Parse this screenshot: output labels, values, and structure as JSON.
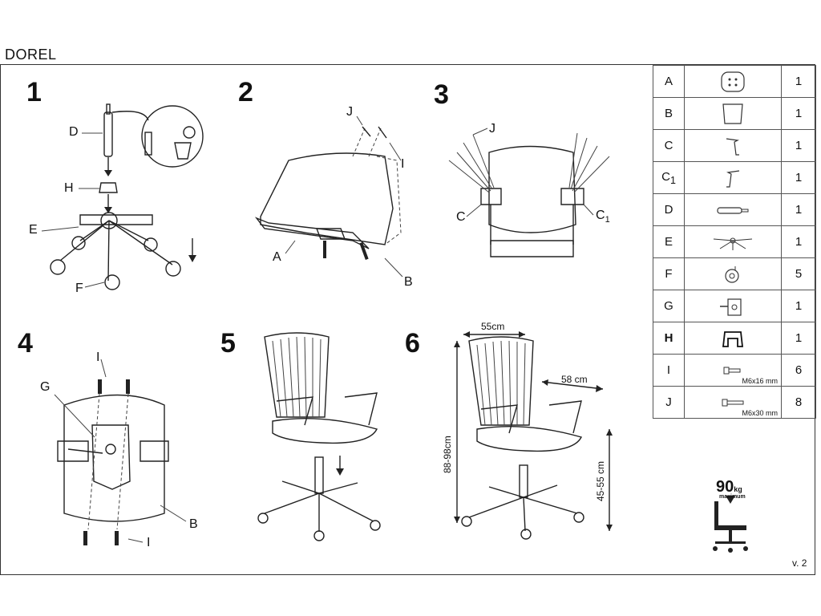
{
  "header": {
    "title": "DOREL"
  },
  "steps": [
    "1",
    "2",
    "3",
    "4",
    "5",
    "6"
  ],
  "parts_table": [
    {
      "letter": "A",
      "sub": "",
      "qty": "1",
      "icon": "seat-icon",
      "spec": ""
    },
    {
      "letter": "B",
      "sub": "",
      "qty": "1",
      "icon": "backrest-icon",
      "spec": ""
    },
    {
      "letter": "C",
      "sub": "",
      "qty": "1",
      "icon": "left-armrest-bracket-icon",
      "spec": ""
    },
    {
      "letter": "C",
      "sub": "1",
      "qty": "1",
      "icon": "right-armrest-bracket-icon",
      "spec": ""
    },
    {
      "letter": "D",
      "sub": "",
      "qty": "1",
      "icon": "gas-lift-icon",
      "spec": ""
    },
    {
      "letter": "E",
      "sub": "",
      "qty": "1",
      "icon": "star-base-icon",
      "spec": ""
    },
    {
      "letter": "F",
      "sub": "",
      "qty": "5",
      "icon": "caster-icon",
      "spec": ""
    },
    {
      "letter": "G",
      "sub": "",
      "qty": "1",
      "icon": "mechanism-icon",
      "spec": ""
    },
    {
      "letter": "H",
      "sub": "",
      "qty": "1",
      "icon": "gas-lift-cover-icon",
      "spec": ""
    },
    {
      "letter": "I",
      "sub": "",
      "qty": "6",
      "icon": "short-screw-icon",
      "spec": "M6x16 mm"
    },
    {
      "letter": "J",
      "sub": "",
      "qty": "8",
      "icon": "long-screw-icon",
      "spec": "M6x30 mm"
    }
  ],
  "labels": {
    "s1": {
      "D": "D",
      "H": "H",
      "E": "E",
      "F": "F"
    },
    "s2": {
      "J": "J",
      "I": "I",
      "A": "A",
      "B": "B"
    },
    "s3": {
      "J": "J",
      "C": "C",
      "C1": "C",
      "C1_sub": "1"
    },
    "s4": {
      "I_top": "I",
      "G": "G",
      "B": "B",
      "I_bottom": "I"
    }
  },
  "dimensions": {
    "width": "55cm",
    "depth": "58 cm",
    "height": "88-98cm",
    "seat_height": "45-55 cm"
  },
  "max_load": {
    "value": "90",
    "unit": "kg",
    "caption": "maximum"
  },
  "version": "v. 2"
}
